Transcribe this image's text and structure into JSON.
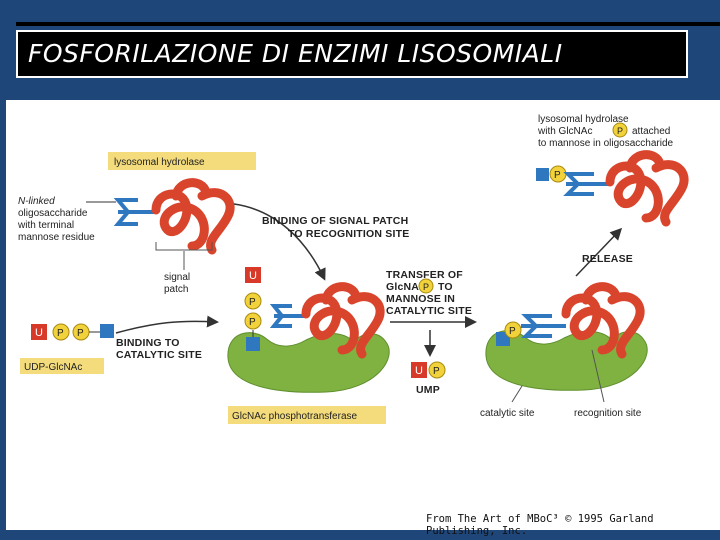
{
  "header": {
    "title": "FOSFORILAZIONE DI ENZIMI LISOSOMIALI"
  },
  "labels": {
    "lysosomal_hydrolase": "lysosomal hydrolase",
    "n_linked_1": "N-linked",
    "n_linked_2": "oligosaccharide",
    "n_linked_3": "with terminal",
    "n_linked_4": "mannose residue",
    "signal_1": "signal",
    "signal_2": "patch",
    "udp_glcnac": "UDP-GlcNAc",
    "binding_catalytic_1": "BINDING TO",
    "binding_catalytic_2": "CATALYTIC SITE",
    "binding_signal_1": "BINDING OF SIGNAL PATCH",
    "binding_signal_2": "TO RECOGNITION SITE",
    "transfer_1": "TRANSFER OF",
    "transfer_2a": "GlcNAc",
    "transfer_2b": "TO",
    "transfer_3": "MANNOSE IN",
    "transfer_4": "CATALYTIC SITE",
    "ump": "UMP",
    "release": "RELEASE",
    "attached_1": "lysosomal hydrolase",
    "attached_2a": "with GlcNAc",
    "attached_2b": "attached",
    "attached_3": "to mannose in oligosaccharide",
    "catalytic_site": "catalytic site",
    "recognition_site": "recognition site",
    "transferase": "GlcNAc phosphotransferase"
  },
  "symbols": {
    "u": "U",
    "p": "P"
  },
  "credit": "From The Art of MBoC³ © 1995 Garland Publishing, Inc.",
  "colors": {
    "background": "#1f4679",
    "protein": "#d9442c",
    "enzyme": "#7fb241",
    "label_box": "#f4dc7c",
    "sugar": "#2f78c0",
    "phosphate": "#f2d23a",
    "uridine": "#d83a2a"
  }
}
